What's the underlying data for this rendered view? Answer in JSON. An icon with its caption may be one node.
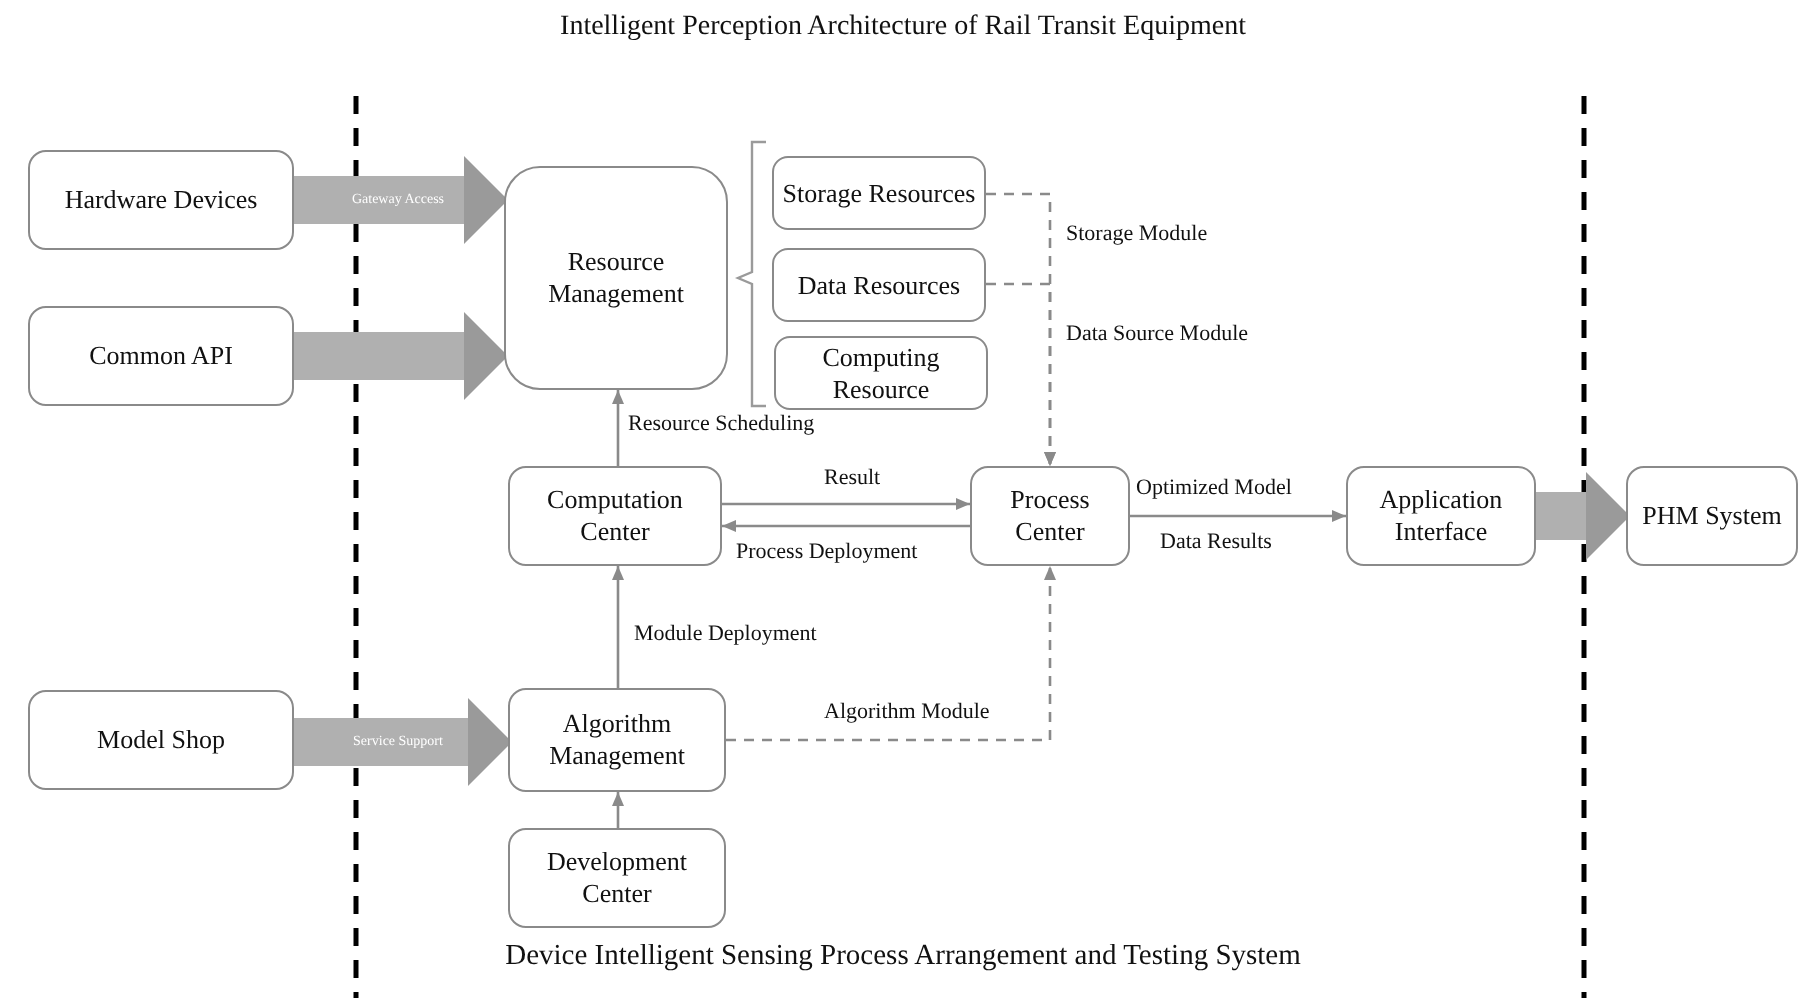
{
  "diagram": {
    "title": "Intelligent Perception Architecture of Rail Transit Equipment",
    "caption": "Device Intelligent Sensing Process Arrangement and Testing System",
    "nodes": [
      {
        "text": [
          "Hardware Devices"
        ]
      },
      {
        "text": [
          "Common API"
        ]
      },
      {
        "text": [
          "Model Shop"
        ]
      },
      {
        "text": [
          "Resource Management"
        ]
      },
      {
        "text": [
          "Storage Resources"
        ]
      },
      {
        "text": [
          "Data Resources"
        ]
      },
      {
        "text": [
          "Computing Resource"
        ]
      },
      {
        "text": [
          "Computation Center"
        ]
      },
      {
        "text": [
          "Process Center"
        ]
      },
      {
        "text": [
          "Application Interface"
        ]
      },
      {
        "text": [
          "PHM System"
        ]
      },
      {
        "text": [
          "Algorithm Management"
        ]
      },
      {
        "text": [
          "Development Center"
        ]
      }
    ],
    "edges": [
      {
        "from": 0,
        "to": 3,
        "arrow": "to",
        "label": "Gateway Access",
        "style": "thick"
      },
      {
        "from": 1,
        "to": 3,
        "arrow": "to",
        "style": "thick"
      },
      {
        "from": 2,
        "to": 11,
        "arrow": "to",
        "label": "Service Support",
        "style": "thick"
      },
      {
        "from": 7,
        "to": 3,
        "arrow": "to",
        "label": "Resource Scheduling"
      },
      {
        "from": 4,
        "to": 8,
        "arrow": "to",
        "label": "Storage Module",
        "style": "dashed"
      },
      {
        "from": 5,
        "to": 8,
        "arrow": "to",
        "label": "Data Source Module",
        "style": "dashed"
      },
      {
        "from": 7,
        "to": 8,
        "arrow": "to",
        "label": "Result"
      },
      {
        "from": 8,
        "to": 7,
        "arrow": "to",
        "label": "Process Deployment"
      },
      {
        "from": 8,
        "to": 9,
        "arrow": "to",
        "label": "Optimized Model"
      },
      {
        "from": 9,
        "to": 10,
        "arrow": "to",
        "style": "thick"
      },
      {
        "from": 11,
        "to": 7,
        "arrow": "to",
        "label": "Module Deployment"
      },
      {
        "from": 11,
        "to": 8,
        "arrow": "to",
        "label": "Algorithm Module",
        "style": "dashed"
      },
      {
        "from": 12,
        "to": 11,
        "arrow": "to"
      }
    ],
    "labels": [
      "Data Results"
    ]
  }
}
